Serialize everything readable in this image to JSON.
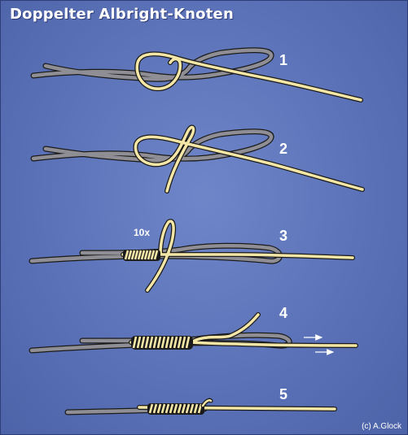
{
  "title": "Doppelter Albright-Knoten",
  "copyright": "(c) A.Glock",
  "steps": [
    {
      "number": "1"
    },
    {
      "number": "2"
    },
    {
      "number": "3",
      "wrap_label": "10x"
    },
    {
      "number": "4"
    },
    {
      "number": "5"
    }
  ],
  "colors": {
    "background": "#5b72b8",
    "gray_line": "#8e8e94",
    "yellow_line": "#f4e6a6",
    "line_outline": "#1a1a1a",
    "arrow": "#ffffff"
  }
}
